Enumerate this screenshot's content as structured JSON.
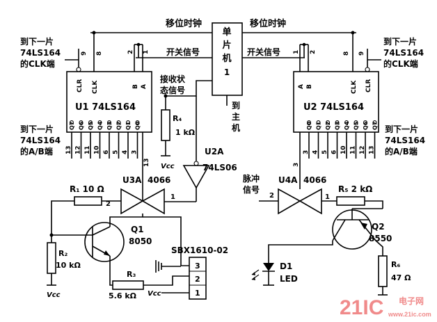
{
  "labels": {
    "shift_clock_left": "移位时钟",
    "shift_clock_right": "移位时钟",
    "mcu": [
      "单",
      "片",
      "机",
      "1"
    ],
    "switch_signal_left": "开关信号",
    "switch_signal_right": "开关信号",
    "receive_state_1": "接收状",
    "receive_state_2": "态信号",
    "to_host": [
      "到",
      "主",
      "机"
    ],
    "next_clk_left": [
      "到下一片",
      "74LS164",
      "的CLK端"
    ],
    "next_clk_right": [
      "到下一片",
      "74LS164",
      "的CLK端"
    ],
    "next_ab_left": [
      "到下一片",
      "74LS164",
      "的A/B端"
    ],
    "next_ab_right": [
      "到下一片",
      "74LS164",
      "的A/B端"
    ],
    "u1": "U1 74LS164",
    "u2": "U2 74LS164",
    "u1_pins_top": [
      "CLR",
      "CLK",
      "B",
      "A"
    ],
    "u2_pins_top": [
      "A",
      "B",
      "CLK",
      "CLR"
    ],
    "u1_outputs": [
      "Q7",
      "Q6",
      "Q5",
      "Q4",
      "Q3",
      "Q2",
      "Q1",
      "Q0"
    ],
    "u2_outputs": [
      "Q0",
      "Q1",
      "Q2",
      "Q3",
      "Q4",
      "Q5",
      "Q6",
      "Q7"
    ],
    "u1_pin_nums_top": [
      "9",
      "8",
      "2",
      "1"
    ],
    "u2_pin_nums_top": [
      "1",
      "2",
      "8",
      "9"
    ],
    "u1_pin_nums_bottom": [
      "13",
      "12",
      "11",
      "10",
      "6",
      "5",
      "4",
      "3"
    ],
    "u2_pin_nums_bottom": [
      "3",
      "4",
      "5",
      "6",
      "10",
      "11",
      "12",
      "13"
    ],
    "u1_extra_pin": "13",
    "u2_extra_pin": "3",
    "r4": [
      "R₄",
      "1 kΩ"
    ],
    "vcc_r4": "Vcc",
    "u2a": [
      "U2A",
      "74LS06"
    ],
    "u3a": [
      "U3A",
      "4066"
    ],
    "u4a": [
      "U4A",
      "4066"
    ],
    "pulse_signal": [
      "脉冲",
      "信号"
    ],
    "r1": "R₁ 10 Ω",
    "r1_pin": "2",
    "u3a_pin": "1",
    "u4a_pin_left": "2",
    "u4a_pin_right": "1",
    "r5": "R₅ 2 kΩ",
    "q1": [
      "Q1",
      "8050"
    ],
    "q2": [
      "Q2",
      "8550"
    ],
    "r2": [
      "R₂",
      "10 kΩ"
    ],
    "vcc_r2": "Vcc",
    "r3": [
      "R₃",
      "5.6 kΩ"
    ],
    "vcc_connector": "Vcc",
    "sbx": "SBX1610-02",
    "sbx_pins": [
      "3",
      "2",
      "1"
    ],
    "d1": [
      "D1",
      "LED"
    ],
    "r6": [
      "R₆",
      "47 Ω"
    ],
    "watermark": [
      "21IC",
      "电子网",
      "www.21ic.com"
    ]
  },
  "colors": {
    "ink": "#000000",
    "watermark": "#e53a3a"
  }
}
